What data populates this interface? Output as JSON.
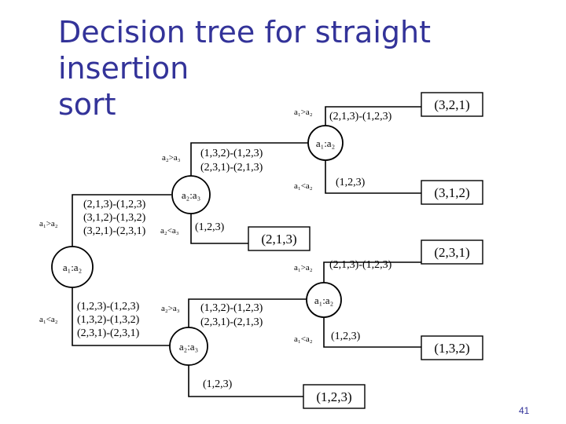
{
  "slide": {
    "title_line1": "Decision tree for straight insertion",
    "title_line2": "sort",
    "page_number": "41"
  },
  "tree": {
    "nodes": {
      "root": "a₁:a₂",
      "upper_a2a3": "a₂:a₃",
      "upper_a1a2": "a₁:a₂",
      "lower_a2a3": "a₂:a₃",
      "lower_a1a2": "a₁:a₂"
    },
    "edges": {
      "root_up": "a₁>a₂",
      "root_down": "a₁<a₂",
      "ua23_up": "a₂>a₃",
      "ua23_down": "a₂<a₃",
      "ua12_up": "a₁>a₂",
      "ua12_down": "a₁<a₂",
      "la12_up": "a₁>a₂",
      "la12_down": "a₁<a₂",
      "la23_up": "a₂>a₃"
    },
    "labels": {
      "root_up_l1": "(2,1,3)-(1,2,3)",
      "root_up_l2": "(3,1,2)-(1,3,2)",
      "root_up_l3": "(3,2,1)-(2,3,1)",
      "root_down_l1": "(1,2,3)-(1,2,3)",
      "root_down_l2": "(1,3,2)-(1,3,2)",
      "root_down_l3": "(2,3,1)-(2,3,1)",
      "ua23_up_l1": "(1,3,2)-(1,2,3)",
      "ua23_up_l2": "(2,3,1)-(2,1,3)",
      "ua23_down": "(1,2,3)",
      "ua12_up": "(2,1,3)-(1,2,3)",
      "ua12_down": "(1,2,3)",
      "la12_up": "(2,1,3)-(1,2,3)",
      "la12_down": "(1,2,3)",
      "la23_up_l1": "(1,3,2)-(1,2,3)",
      "la23_up_l2": "(2,3,1)-(2,1,3)",
      "la23_down": "(1,2,3)"
    },
    "leaves": {
      "leaf1": "(3,2,1)",
      "leaf2": "(3,1,2)",
      "leaf3": "(2,1,3)",
      "leaf4": "(2,3,1)",
      "leaf5": "(1,3,2)",
      "leaf6": "(1,2,3)"
    }
  }
}
